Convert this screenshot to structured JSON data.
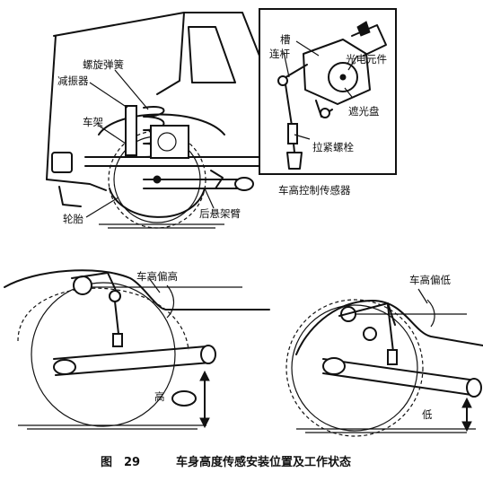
{
  "labels": {
    "spiral_spring": "螺旋弹簧",
    "shock_absorber": "减振器",
    "frame": "车架",
    "tire": "轮胎",
    "rear_arm": "后悬架臂",
    "slot": "槽",
    "link": "连杆",
    "photo_element": "光电元件",
    "shutter_disc": "遮光盘",
    "tension_bolt": "拉紧螺栓",
    "sensor_title": "车高控制传感器",
    "high_bias": "车高偏高",
    "low_bias": "车高偏低",
    "high": "高",
    "low": "低"
  },
  "caption": {
    "figure_no": "图　29",
    "title": "车身高度传感安装位置及工作状态"
  }
}
